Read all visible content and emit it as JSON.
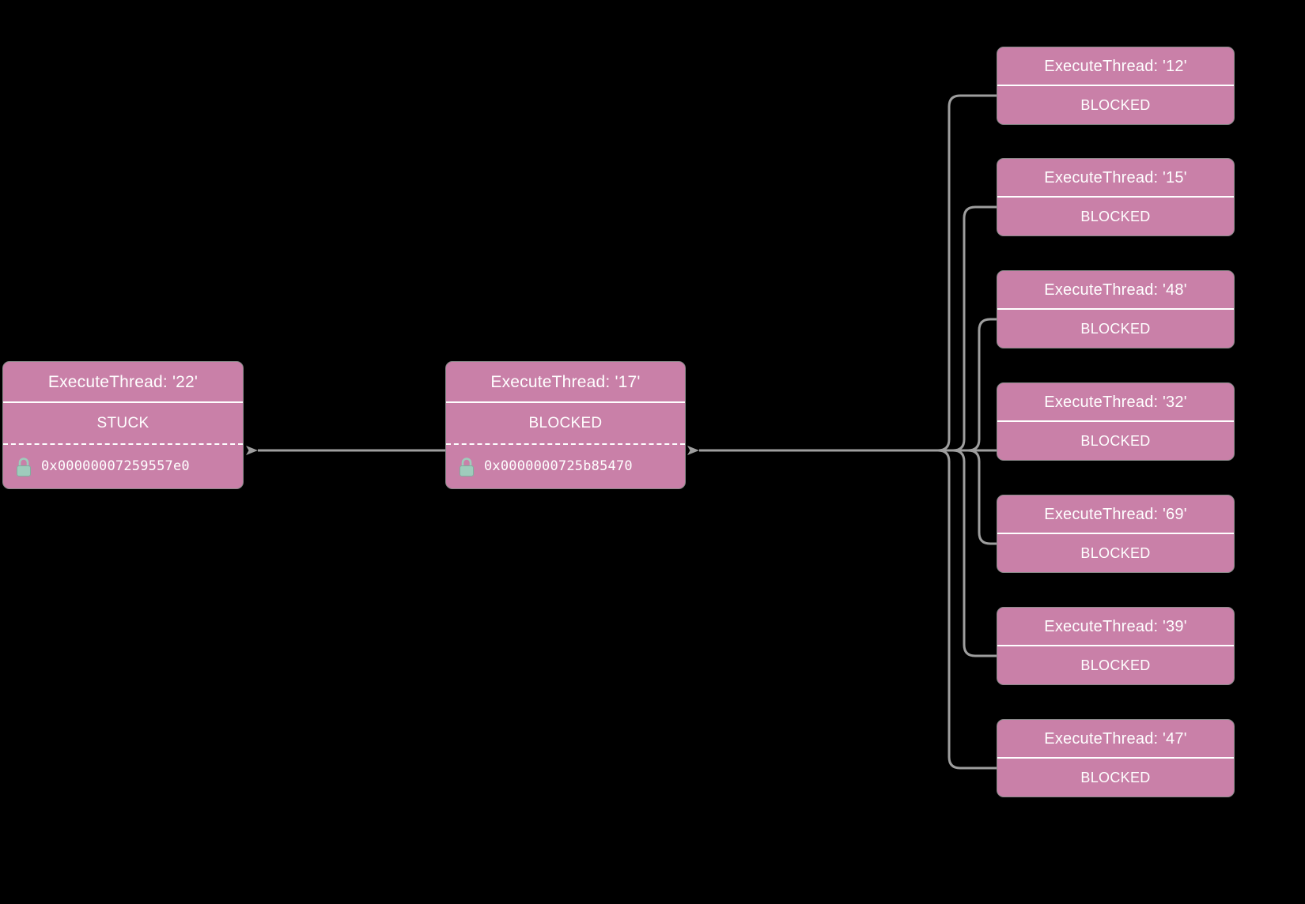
{
  "meta": {
    "title": "Thread blocking dependency graph",
    "background_color": "#000000",
    "node_fill_color": "#c980a8",
    "node_border_color": "#8a8a8a",
    "text_color": "#ffffff",
    "edge_color": "#9e9e9e",
    "lock_icon_color": "#9fccbc"
  },
  "nodes": {
    "root": {
      "title": "ExecuteThread: '22'",
      "state": "STUCK",
      "lock_icon": "lock-icon",
      "lock_address": "0x00000007259557e0"
    },
    "middle": {
      "title": "ExecuteThread: '17'",
      "state": "BLOCKED",
      "lock_icon": "lock-icon",
      "lock_address": "0x0000000725b85470"
    },
    "leaves": [
      {
        "title": "ExecuteThread: '12'",
        "state": "BLOCKED"
      },
      {
        "title": "ExecuteThread: '15'",
        "state": "BLOCKED"
      },
      {
        "title": "ExecuteThread: '48'",
        "state": "BLOCKED"
      },
      {
        "title": "ExecuteThread: '32'",
        "state": "BLOCKED"
      },
      {
        "title": "ExecuteThread: '69'",
        "state": "BLOCKED"
      },
      {
        "title": "ExecuteThread: '39'",
        "state": "BLOCKED"
      },
      {
        "title": "ExecuteThread: '47'",
        "state": "BLOCKED"
      }
    ]
  },
  "edges": [
    {
      "from": "ExecuteThread: '17'",
      "to": "ExecuteThread: '22'",
      "arrow": "left"
    },
    {
      "from": "ExecuteThread: '12'",
      "to": "ExecuteThread: '17'",
      "arrow": "left"
    },
    {
      "from": "ExecuteThread: '15'",
      "to": "ExecuteThread: '17'",
      "arrow": "left"
    },
    {
      "from": "ExecuteThread: '48'",
      "to": "ExecuteThread: '17'",
      "arrow": "left"
    },
    {
      "from": "ExecuteThread: '32'",
      "to": "ExecuteThread: '17'",
      "arrow": "left"
    },
    {
      "from": "ExecuteThread: '69'",
      "to": "ExecuteThread: '17'",
      "arrow": "left"
    },
    {
      "from": "ExecuteThread: '39'",
      "to": "ExecuteThread: '17'",
      "arrow": "left"
    },
    {
      "from": "ExecuteThread: '47'",
      "to": "ExecuteThread: '17'",
      "arrow": "left"
    }
  ]
}
